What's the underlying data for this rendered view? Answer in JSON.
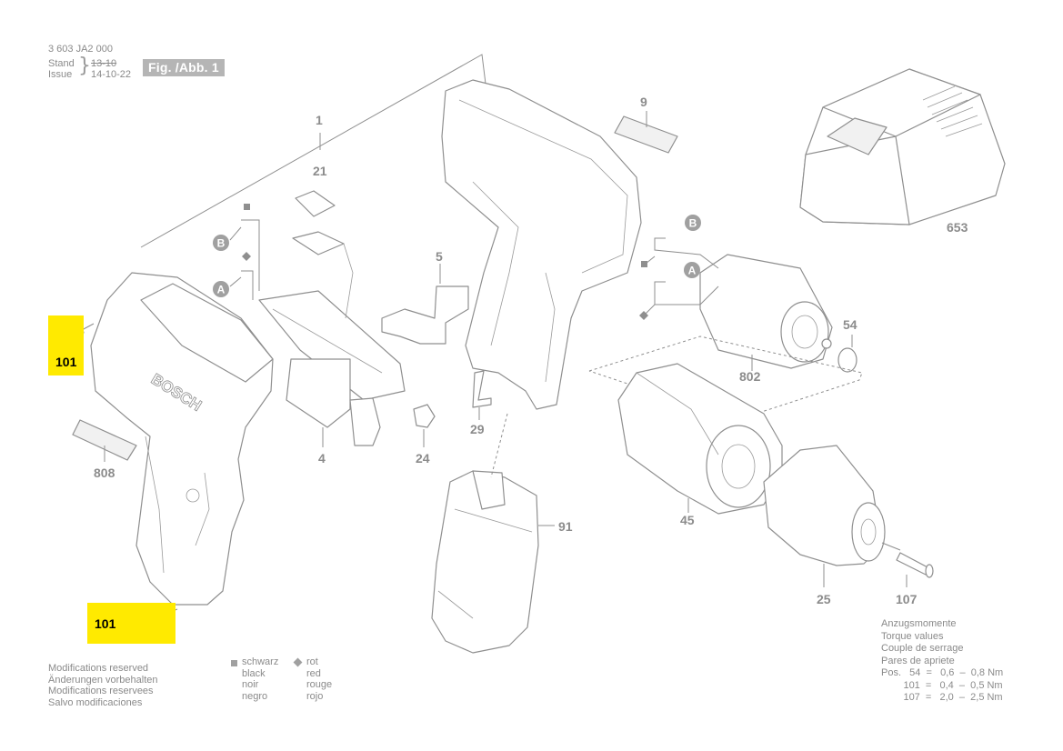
{
  "header": {
    "doc_number": "3 603 JA2 000",
    "stand_label": "Stand",
    "issue_label": "Issue",
    "stand_value": "13-10",
    "issue_value": "14-10-22",
    "figure_label": "Fig. /Abb. 1"
  },
  "part_labels": {
    "p1": "1",
    "p4": "4",
    "p5": "5",
    "p9": "9",
    "p21": "21",
    "p24": "24",
    "p25": "25",
    "p29": "29",
    "p45": "45",
    "p54": "54",
    "p91": "91",
    "p107": "107",
    "p653": "653",
    "p802": "802",
    "p808": "808"
  },
  "highlighted_labels": {
    "top": "101",
    "bottom": "101"
  },
  "wire_markers": {
    "b": "B",
    "a": "A"
  },
  "brand_text": "BOSCH",
  "footer": {
    "modifications": [
      "Modifications reserved",
      "Änderungen vorbehalten",
      "Modifications reservees",
      "Salvo modificaciones"
    ],
    "legend_black": [
      "schwarz",
      "black",
      "noir",
      "negro"
    ],
    "legend_red": [
      "rot",
      "red",
      "rouge",
      "rojo"
    ]
  },
  "torque": {
    "titles": [
      "Anzugsmomente",
      "Torque values",
      "Couple de serrage",
      "Pares de apriete"
    ],
    "rows": [
      "Pos.   54  =   0,6  –  0,8 Nm",
      "        101  =   0,4  –  0,5 Nm",
      "        107  =   2,0  –  2,5 Nm"
    ]
  },
  "colors": {
    "highlight": "#ffea00",
    "line": "#8f8f8f",
    "text": "#8c8c8c"
  }
}
